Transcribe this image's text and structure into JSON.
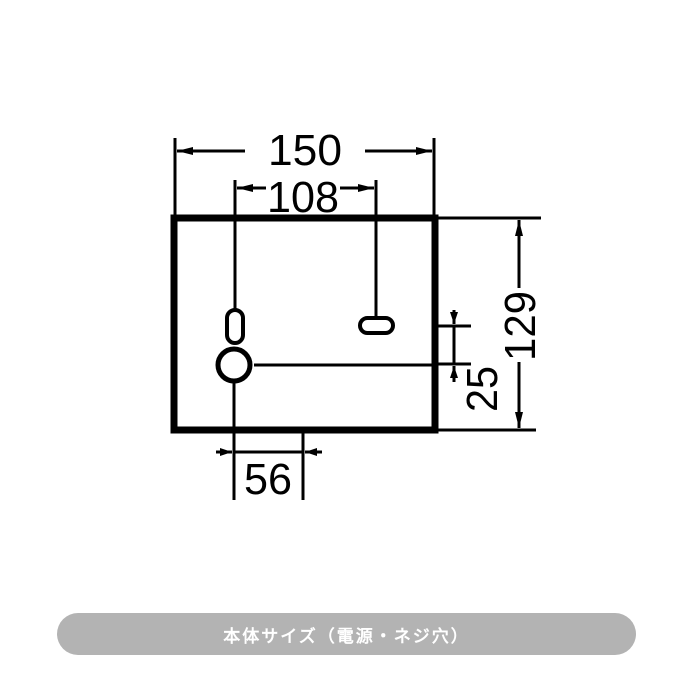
{
  "diagram": {
    "title": "Body dimensions drawing",
    "units": "mm",
    "dimensions": {
      "overall_width": "150",
      "mounting_hole_spacing": "108",
      "overall_height": "129",
      "power_hole_offset_vertical": "25",
      "power_hole_offset_horizontal": "56"
    },
    "features": [
      "body-outline",
      "keyhole-slot-vertical",
      "keyhole-slot-horizontal",
      "power-cable-hole"
    ],
    "colors": {
      "line": "#000000",
      "background": "#ffffff",
      "caption_bg": "#b3b3b3",
      "caption_text": "#ffffff"
    }
  },
  "caption": {
    "label": "本体サイズ（電源・ネジ穴）"
  }
}
